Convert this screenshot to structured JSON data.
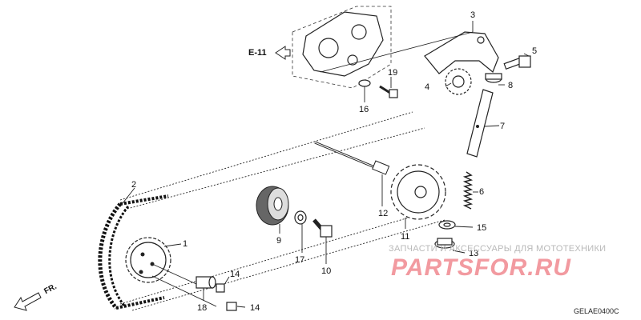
{
  "diagram": {
    "ref_label": "E-11",
    "direction_label": "FR.",
    "drawing_code": "GELAE0400C",
    "callouts": {
      "p1": "1",
      "p2": "2",
      "p3": "3",
      "p4": "4",
      "p5": "5",
      "p6": "6",
      "p7": "7",
      "p8": "8",
      "p9": "9",
      "p10": "10",
      "p11": "11",
      "p12": "12",
      "p13": "13",
      "p14a": "14",
      "p14b": "14",
      "p15": "15",
      "p16": "16",
      "p17": "17",
      "p18": "18",
      "p19": "19"
    }
  },
  "watermark": {
    "tagline": "ЗАПЧАСТИ И АКСЕССУАРЫ ДЛЯ МОТОТЕХНИКИ",
    "brand": "PARTSFOR.RU"
  }
}
